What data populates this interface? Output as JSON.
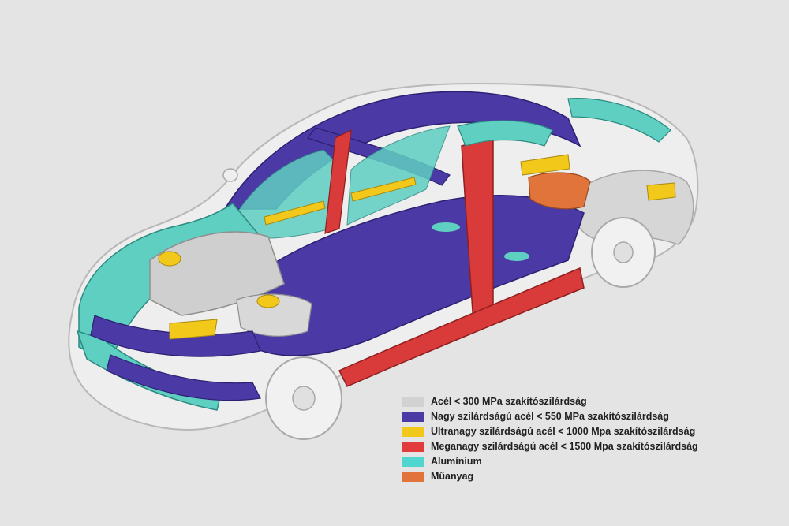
{
  "diagram": {
    "colors": {
      "mild_steel": "#d2d2d2",
      "high_strength": "#4b3aa6",
      "ultra_high": "#f2c81b",
      "mega_high": "#d93a3a",
      "aluminium": "#5fcfc2",
      "plastic": "#e0743a",
      "background": "#e4e4e4"
    }
  },
  "legend": {
    "items": [
      {
        "label": "Acél < 300 MPa szakítószilárdság",
        "color": "#d2d2d2"
      },
      {
        "label": "Nagy szilárdságú acél < 550 MPa szakítószilárdság",
        "color": "#4b3aa6"
      },
      {
        "label": "Ultranagy szilárdságú acél < 1000 Mpa szakítószilárdság",
        "color": "#f2c81b"
      },
      {
        "label": "Meganagy szilárdságú acél < 1500 Mpa szakítószilárdság",
        "color": "#e23b3b"
      },
      {
        "label": "Alumínium",
        "color": "#4fd6cf"
      },
      {
        "label": "Műanyag",
        "color": "#e0743a"
      }
    ]
  }
}
